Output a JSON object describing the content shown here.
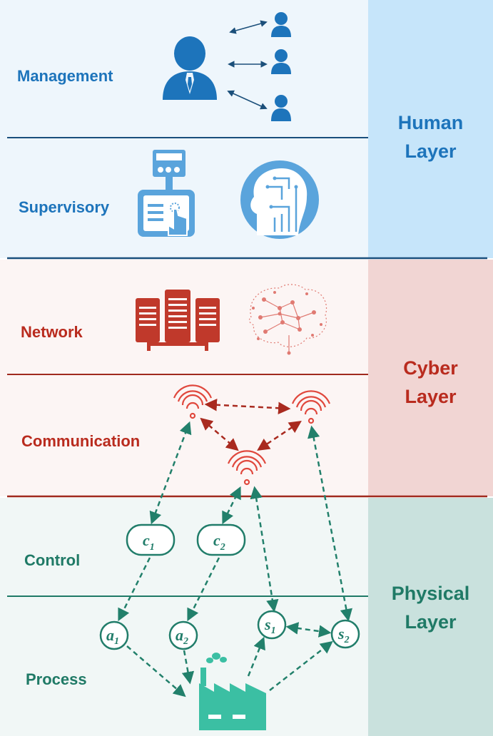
{
  "layers": {
    "human": {
      "line1": "Human",
      "line2": "Layer"
    },
    "cyber": {
      "line1": "Cyber",
      "line2": "Layer"
    },
    "physical": {
      "line1": "Physical",
      "line2": "Layer"
    }
  },
  "sections": {
    "management": "Management",
    "supervisory": "Supervisory",
    "network": "Network",
    "communication": "Communication",
    "control": "Control",
    "process": "Process"
  },
  "nodes": {
    "c1": {
      "main": "c",
      "sub": "1"
    },
    "c2": {
      "main": "c",
      "sub": "2"
    },
    "a1": {
      "main": "a",
      "sub": "1"
    },
    "a2": {
      "main": "a",
      "sub": "2"
    },
    "s1": {
      "main": "s",
      "sub": "1"
    },
    "s2": {
      "main": "s",
      "sub": "2"
    }
  },
  "colors": {
    "human_blue": "#1d74bb",
    "cyber_red": "#b92b1e",
    "physical_teal": "#1f7a66",
    "human_band": "#c6e5fa",
    "cyber_band": "#f1d5d3",
    "physical_band": "#c9e1dd"
  }
}
